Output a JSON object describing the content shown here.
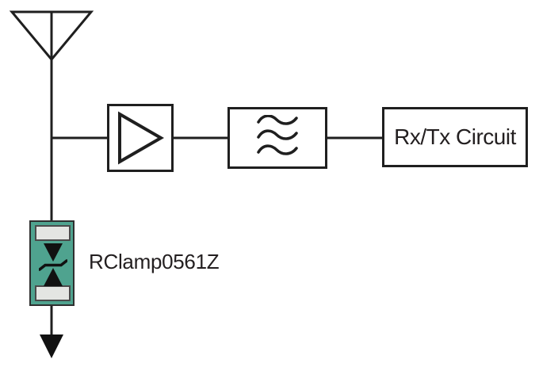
{
  "diagram": {
    "type": "circuit-block-diagram",
    "blocks": {
      "antenna": {
        "icon": "antenna-icon"
      },
      "amplifier": {
        "icon": "amplifier-icon"
      },
      "filter": {
        "icon": "filter-icon"
      },
      "rxtx": {
        "label": "Rx/Tx Circuit"
      },
      "tvs": {
        "label": "RClamp0561Z",
        "icon": "tvs-bidirectional-diode-icon",
        "part_number": "RClamp0561Z"
      },
      "ground": {
        "icon": "ground-arrow-icon"
      }
    },
    "connections": [
      "antenna -> amplifier",
      "amplifier -> filter",
      "filter -> rxtx",
      "antenna-line -> tvs",
      "tvs -> ground"
    ],
    "colors": {
      "background": "#ffffff",
      "line": "#1f1f1f",
      "component_body": "#4fa38f",
      "component_pad": "#e4e5e2",
      "text": "#231f20"
    }
  }
}
